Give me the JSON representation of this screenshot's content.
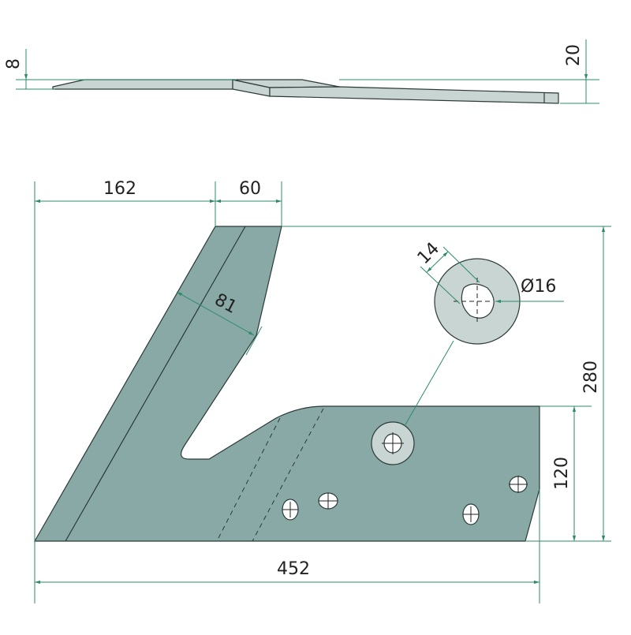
{
  "dimensions": {
    "side_thickness": "8",
    "side_height": "20",
    "top_left_width": "162",
    "top_tip_width": "60",
    "blade_width": "81",
    "total_height": "280",
    "heel_height": "120",
    "total_length": "452",
    "slot_width": "14",
    "hole_diameter": "Ø16"
  },
  "colors": {
    "plate": "#88a9a5",
    "plate_light": "#c9d5d2",
    "dimension_line": "#2e8b6a"
  }
}
